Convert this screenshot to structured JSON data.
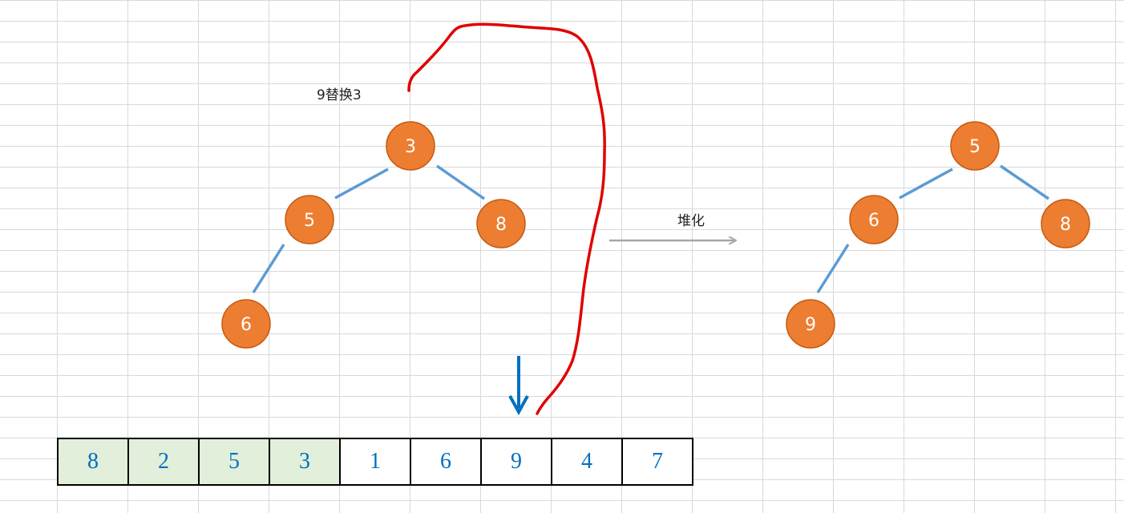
{
  "colors": {
    "node_fill": "#ED7D31",
    "node_stroke": "#C55A11",
    "edge": "#5B9BD5",
    "red_curve": "#E00000",
    "blue_arrow": "#0070C0",
    "gray_arrow": "#A6A6A6",
    "sorted_cell": "#E2EFDA",
    "cell_text": "#0070C0"
  },
  "annotations": {
    "swap_note": "9替换3",
    "heapify_label": "堆化"
  },
  "left_tree": {
    "nodes": [
      {
        "id": "root",
        "value": "3"
      },
      {
        "id": "left",
        "value": "5"
      },
      {
        "id": "right",
        "value": "8"
      },
      {
        "id": "left_left",
        "value": "6"
      }
    ]
  },
  "right_tree": {
    "nodes": [
      {
        "id": "root",
        "value": "5"
      },
      {
        "id": "left",
        "value": "6"
      },
      {
        "id": "right",
        "value": "8"
      },
      {
        "id": "left_left",
        "value": "9"
      }
    ]
  },
  "array": {
    "cells": [
      {
        "value": "8",
        "highlighted": true
      },
      {
        "value": "2",
        "highlighted": true
      },
      {
        "value": "5",
        "highlighted": true
      },
      {
        "value": "3",
        "highlighted": true
      },
      {
        "value": "1",
        "highlighted": false
      },
      {
        "value": "6",
        "highlighted": false
      },
      {
        "value": "9",
        "highlighted": false
      },
      {
        "value": "4",
        "highlighted": false
      },
      {
        "value": "7",
        "highlighted": false
      }
    ]
  }
}
